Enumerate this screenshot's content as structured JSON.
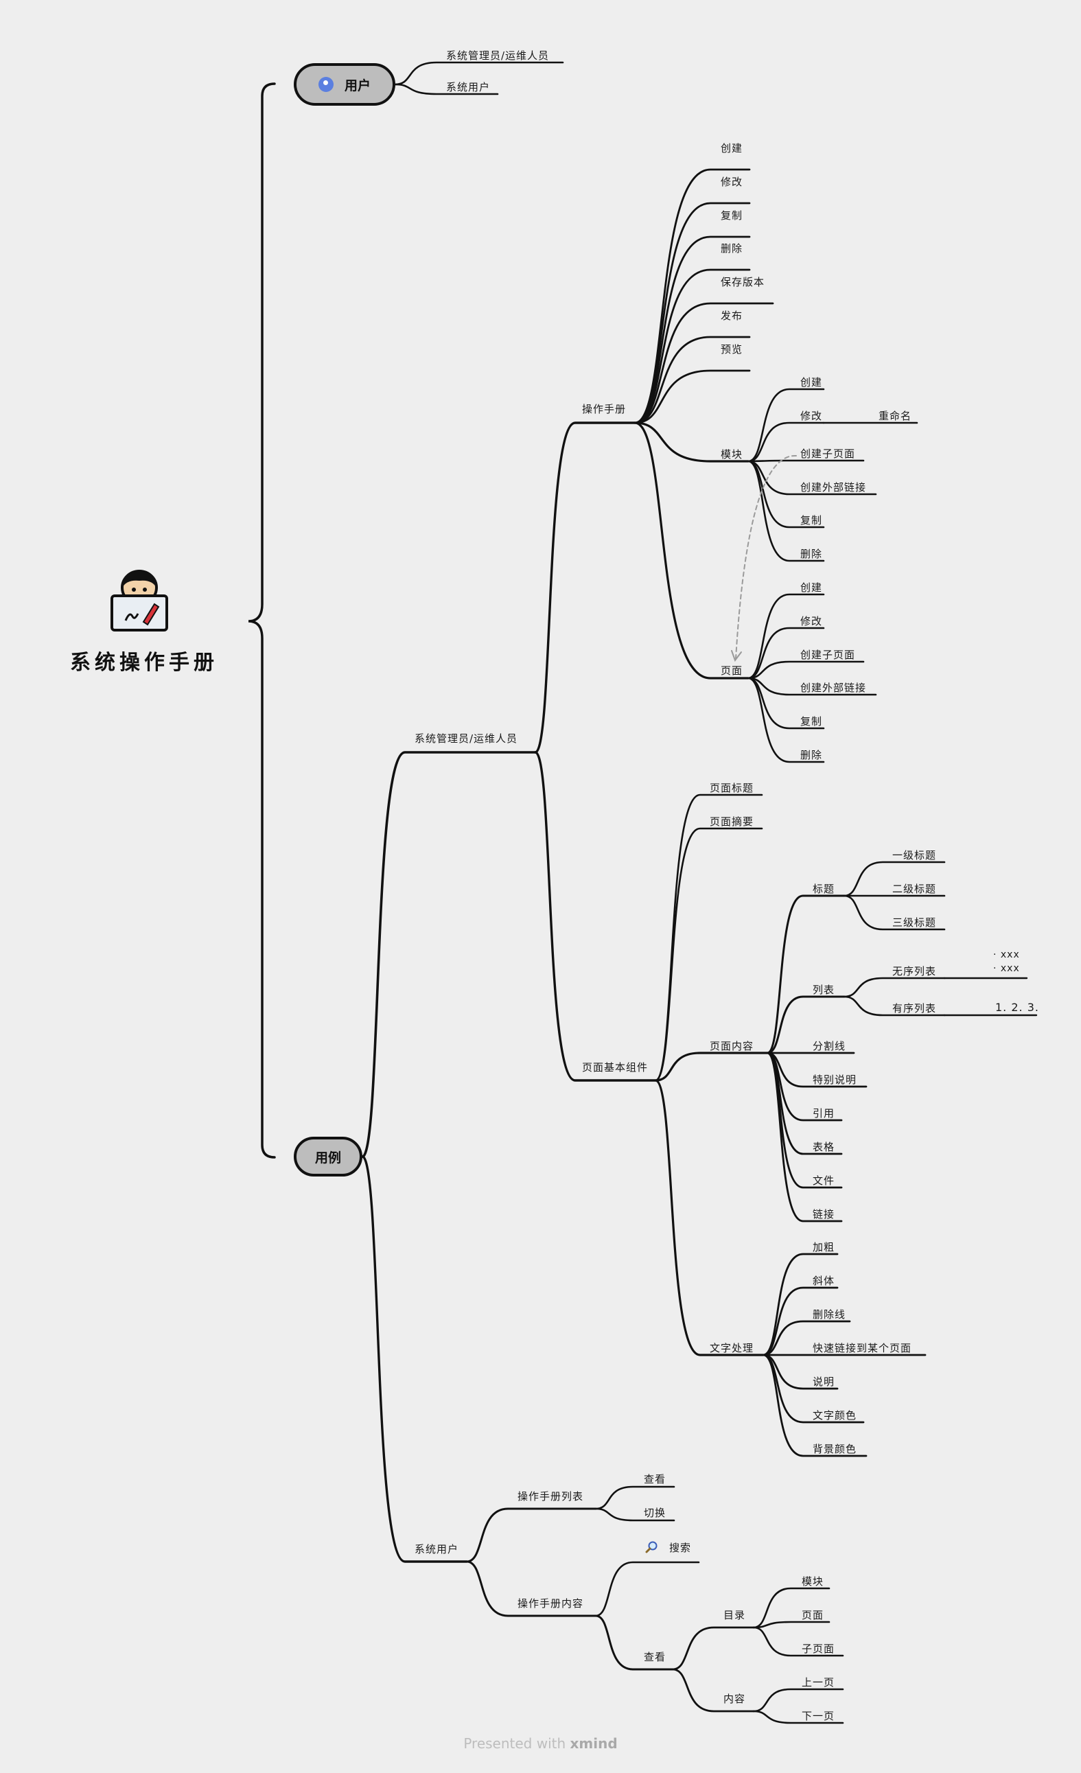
{
  "root": {
    "title": "系统操作手册"
  },
  "watermark": {
    "prefix": "Presented with",
    "brand": "xmind"
  },
  "nodes": {
    "user": "用户",
    "user_admin": "系统管理员/运维人员",
    "user_normal": "系统用户",
    "case": "用例",
    "admin": "系统管理员/运维人员",
    "manual": "操作手册",
    "m_create": "创建",
    "m_edit": "修改",
    "m_copy": "复制",
    "m_delete": "删除",
    "m_save": "保存版本",
    "m_publish": "发布",
    "m_preview": "预览",
    "module": "模块",
    "mod_create": "创建",
    "mod_edit": "修改",
    "mod_rename": "重命名",
    "mod_subpage": "创建子页面",
    "mod_extlink": "创建外部链接",
    "mod_copy": "复制",
    "mod_delete": "删除",
    "page": "页面",
    "pg_create": "创建",
    "pg_edit": "修改",
    "pg_subpage": "创建子页面",
    "pg_extlink": "创建外部链接",
    "pg_copy": "复制",
    "pg_delete": "删除",
    "comp": "页面基本组件",
    "c_title": "页面标题",
    "c_summary": "页面摘要",
    "c_content": "页面内容",
    "heading": "标题",
    "h1": "一级标题",
    "h2": "二级标题",
    "h3": "三级标题",
    "list": "列表",
    "ul": "无序列表",
    "ul_val1": "· xxx",
    "ul_val2": "· xxx",
    "ol": "有序列表",
    "ol_val": "1. 2. 3.",
    "divider": "分割线",
    "note": "特别说明",
    "quote": "引用",
    "table": "表格",
    "file": "文件",
    "link": "链接",
    "textproc": "文字处理",
    "bold": "加粗",
    "italic": "斜体",
    "strike": "删除线",
    "quicklink": "快速链接到某个页面",
    "desc": "说明",
    "fontcolor": "文字颜色",
    "bgcolor": "背景颜色",
    "sysuser": "系统用户",
    "manual_list": "操作手册列表",
    "ml_view": "查看",
    "ml_switch": "切换",
    "manual_content": "操作手册内容",
    "search": "搜索",
    "view": "查看",
    "toc": "目录",
    "toc_module": "模块",
    "toc_page": "页面",
    "toc_subpage": "子页面",
    "content": "内容",
    "prev": "上一页",
    "next": "下一页"
  },
  "colors": {
    "background": "#eeeeee",
    "line": "#111111",
    "pill": "#bdbdbd",
    "user_icon": "#5b7fe0",
    "dash": "#9a9a9a"
  },
  "icons": {
    "user": "user-circle-icon",
    "search": "magnifier-icon",
    "root": "person-laptop-icon"
  }
}
